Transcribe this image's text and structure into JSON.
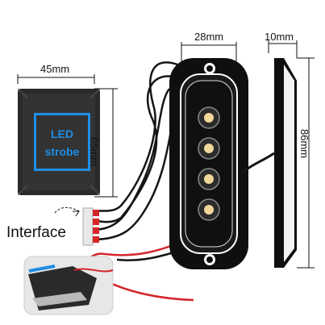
{
  "dimensions": {
    "width_label": "45mm",
    "light_width_label": "28mm",
    "depth_label": "10mm",
    "box_height_label": "65mm",
    "light_height_label": "86mm"
  },
  "box": {
    "label_line1": "LED",
    "label_line2": "strobe"
  },
  "interface_label": "Interface",
  "colors": {
    "accent": "#1e8fe6",
    "wire_red": "#d4252b",
    "wire_black": "#151515",
    "housing": "#0f0f0f"
  }
}
